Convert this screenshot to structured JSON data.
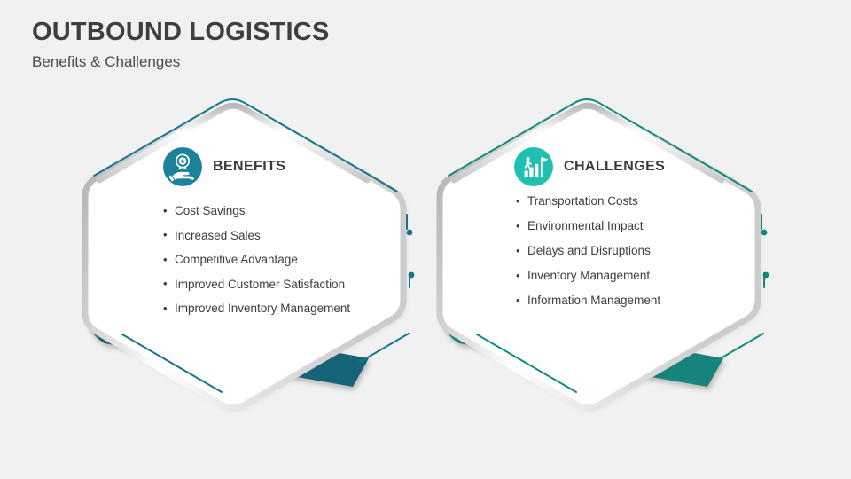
{
  "header": {
    "title": "OUTBOUND LOGISTICS",
    "subtitle": "Benefits & Challenges"
  },
  "colors": {
    "background": "#f1f1f1",
    "title_text": "#3f3f3f",
    "body_text": "#3d3d3d",
    "benefits_accent": "#18758b",
    "benefits_band": "#196a7d",
    "benefits_icon_circle": "#1a8399",
    "challenges_accent": "#12907f",
    "challenges_band": "#16887c",
    "challenges_icon_circle": "#1fc0b2",
    "bevel_light": "#ffffff",
    "bevel_dark": "#9b9b9b"
  },
  "panels": [
    {
      "key": "benefits",
      "label": "BENEFITS",
      "icon": "hand-holding-award-icon",
      "items": [
        "Cost Savings",
        "Increased Sales",
        "Competitive Advantage",
        "Improved Customer Satisfaction",
        "Improved Inventory Management"
      ]
    },
    {
      "key": "challenges",
      "label": "CHALLENGES",
      "icon": "person-climbing-bar-chart-to-flag-icon",
      "items": [
        "Transportation Costs",
        "Environmental Impact",
        "Delays and Disruptions",
        "Inventory Management",
        "Information Management"
      ]
    }
  ]
}
